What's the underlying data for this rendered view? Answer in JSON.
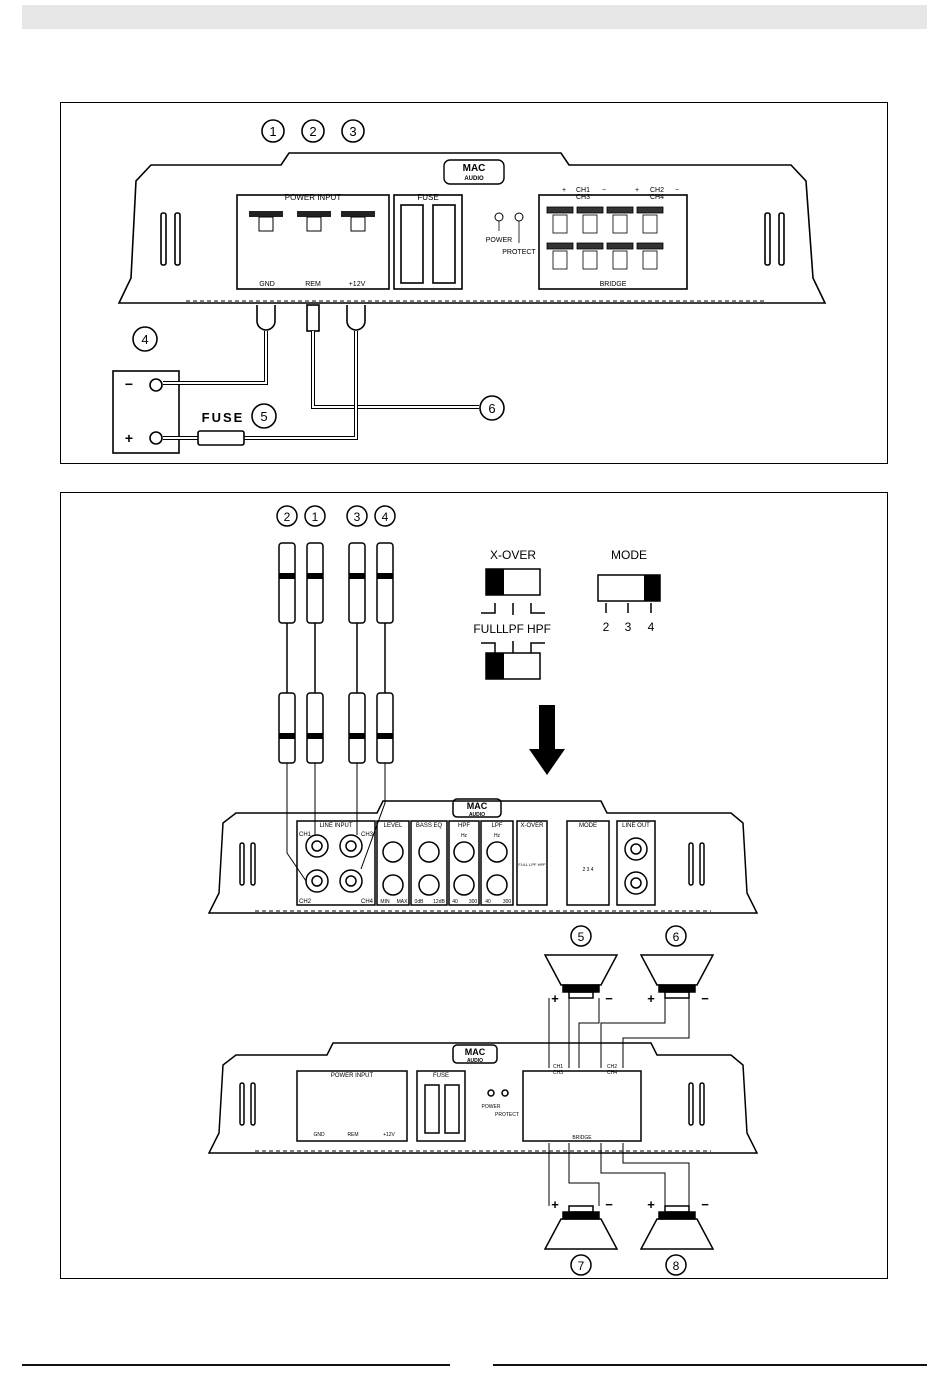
{
  "brand": {
    "line1": "MAC",
    "line2": "AUDIO"
  },
  "panel1": {
    "callouts": [
      "1",
      "2",
      "3",
      "4",
      "5",
      "6"
    ],
    "power_input_label": "POWER INPUT",
    "fuse_block_label": "FUSE",
    "led_power": "POWER",
    "led_protect": "PROTECT",
    "terminals": [
      "GND",
      "REM",
      "+12V"
    ],
    "ch_header": {
      "plus": "+",
      "minus": "−",
      "ch1": "CH1",
      "ch3": "CH3",
      "ch2": "CH2",
      "ch4": "CH4"
    },
    "bridge_label": "BRIDGE",
    "battery_minus": "−",
    "battery_plus": "+",
    "inline_fuse_label": "FUSE"
  },
  "panel2": {
    "rca_callouts": [
      "2",
      "1",
      "3",
      "4"
    ],
    "xover_title": "X-OVER",
    "xover_options": [
      "FULL",
      "LPF",
      "HPF"
    ],
    "mode_title": "MODE",
    "mode_options": [
      "2",
      "3",
      "4"
    ],
    "front": {
      "line_input": "LINE INPUT",
      "ch1": "CH1",
      "ch2": "CH2",
      "ch3": "CH3",
      "ch4": "CH4",
      "level": "LEVEL",
      "level_min": "MIN",
      "level_max": "MAX",
      "bass_eq": "BASS EQ",
      "bass_min": "0dB",
      "bass_max": "12dB",
      "hpf": "HPF",
      "lpf": "LPF",
      "hz": "Hz",
      "hpf_min": "40",
      "hpf_max": "300",
      "lpf_min": "40",
      "lpf_max": "300",
      "xover": "X-OVER",
      "xover_opts": "FULL LPF HPF",
      "mode": "MODE",
      "mode_opts": "2  3  4",
      "line_out": "LINE OUT"
    },
    "speaker_callouts": [
      "5",
      "6",
      "7",
      "8"
    ],
    "speaker_plus": "+",
    "speaker_minus": "−"
  }
}
